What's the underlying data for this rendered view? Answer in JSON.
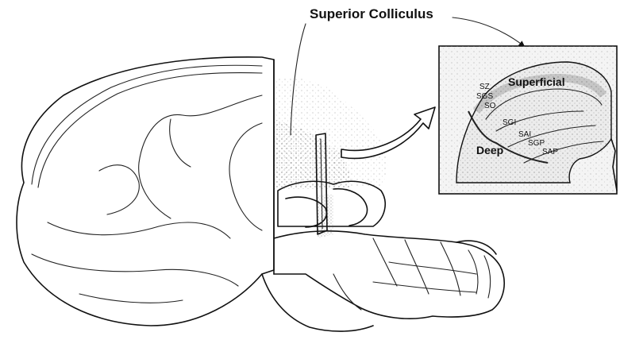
{
  "figure": {
    "title": "Superior Colliculus",
    "inset": {
      "region_superficial": "Superficial",
      "region_deep": "Deep",
      "layers": [
        "SZ",
        "SGS",
        "SO",
        "SGI",
        "SAI",
        "SGP",
        "SAP"
      ]
    }
  }
}
